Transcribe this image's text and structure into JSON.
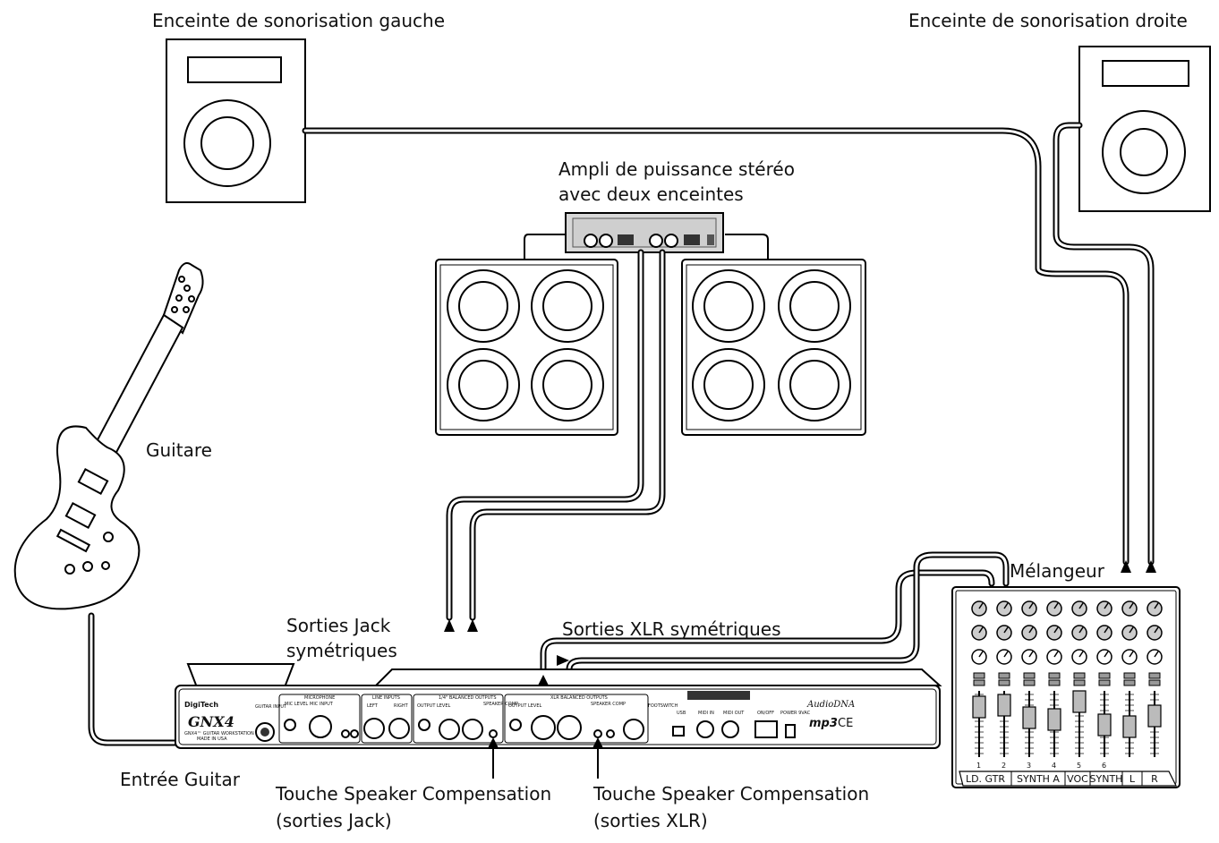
{
  "labels": {
    "left_pa": "Enceinte de sonorisation gauche",
    "right_pa": "Enceinte de sonorisation droite",
    "amp_line1": "Ampli de puissance stéréo",
    "amp_line2": "avec deux enceintes",
    "guitar": "Guitare",
    "jack_out_line1": "Sorties Jack",
    "jack_out_line2": "symétriques",
    "xlr_out": "Sorties XLR symétriques",
    "mixer": "Mélangeur",
    "guitar_input": "Entrée Guitar",
    "comp_jack_line1": "Touche Speaker Compensation",
    "comp_jack_line2": "(sorties Jack)",
    "comp_xlr_line1": "Touche Speaker Compensation",
    "comp_xlr_line2": "(sorties XLR)"
  },
  "device": {
    "brand": "DigiTech",
    "model": "GNX4",
    "subtitle": "GNX4™ GUITAR WORKSTATION",
    "made_in": "MADE IN USA",
    "guitar_input": "GUITAR INPUT",
    "mic_section": "MICROPHONE",
    "mic_level": "MIC LEVEL",
    "mic_input": "MIC INPUT",
    "line_inputs": "LINE INPUTS",
    "left": "LEFT",
    "right": "RIGHT",
    "quarter_outputs": "1/4\" BALANCED OUTPUTS",
    "output_level": "OUTPUT LEVEL",
    "speaker_comp": "SPEAKER COMP",
    "xlr_outputs": "XLR BALANCED OUTPUTS",
    "footswitch": "FOOTSWITCH",
    "usb": "USB",
    "midi_in": "MIDI IN",
    "midi_out": "MIDI OUT",
    "on_off": "ON/OFF",
    "power": "POWER 9VAC",
    "audio_dna": "AudioDNA",
    "mp3": "mp3",
    "ce": "CE"
  },
  "mixer": {
    "channel_numbers": [
      "1",
      "2",
      "3",
      "4",
      "5",
      "6"
    ],
    "strip_labels": [
      "LD. GTR",
      "SYNTH A",
      "VOC",
      "SYNTH",
      "L",
      "R"
    ]
  }
}
